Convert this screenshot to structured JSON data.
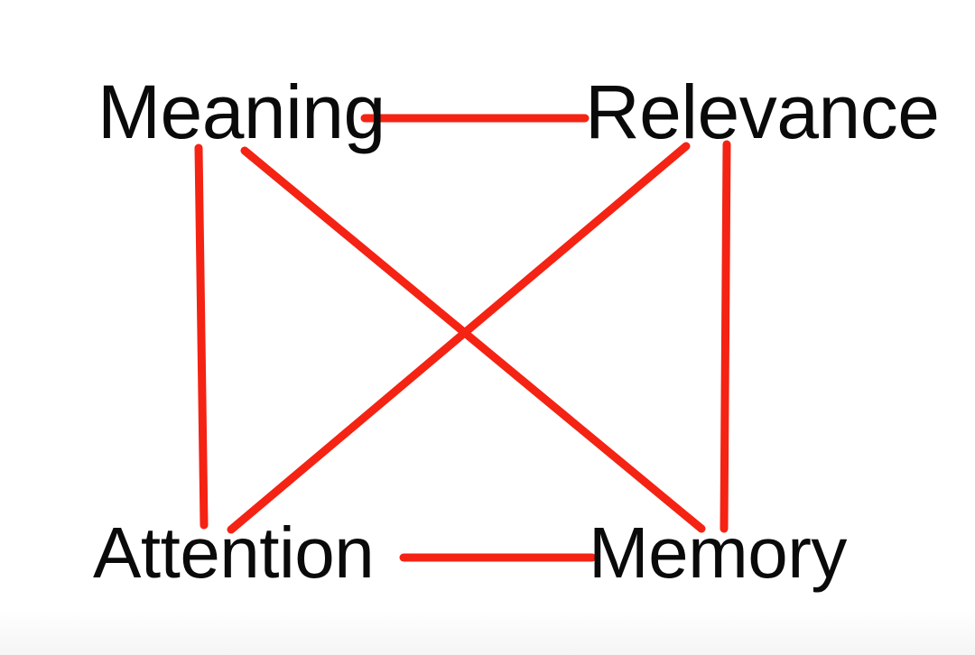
{
  "diagram": {
    "title": "Meaning Relevance Attention Memory concept square",
    "type": "node-link-diagram",
    "background_color": "#ffffff",
    "edge_color": "#F42313",
    "label_color": "#0A0A0A",
    "nodes": [
      {
        "id": "meaning",
        "label": "Meaning",
        "position": "top-left"
      },
      {
        "id": "relevance",
        "label": "Relevance",
        "position": "top-right"
      },
      {
        "id": "attention",
        "label": "Attention",
        "position": "bottom-left"
      },
      {
        "id": "memory",
        "label": "Memory",
        "position": "bottom-right"
      }
    ],
    "edges": [
      {
        "id": "edge-meaning-relevance",
        "from": "meaning",
        "to": "relevance",
        "kind": "horizontal-top"
      },
      {
        "id": "edge-attention-memory",
        "from": "attention",
        "to": "memory",
        "kind": "horizontal-bottom"
      },
      {
        "id": "edge-meaning-attention",
        "from": "meaning",
        "to": "attention",
        "kind": "vertical-left"
      },
      {
        "id": "edge-relevance-memory",
        "from": "relevance",
        "to": "memory",
        "kind": "vertical-right"
      },
      {
        "id": "edge-meaning-memory",
        "from": "meaning",
        "to": "memory",
        "kind": "diagonal"
      },
      {
        "id": "edge-relevance-attention",
        "from": "relevance",
        "to": "attention",
        "kind": "diagonal"
      }
    ]
  }
}
